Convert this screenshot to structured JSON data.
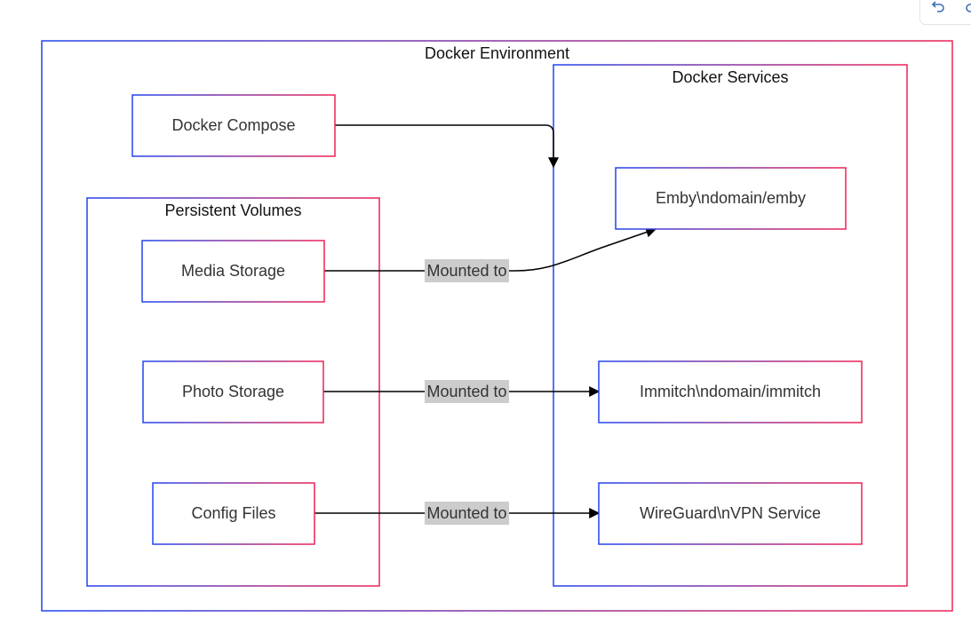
{
  "clusters": {
    "docker_environment": "Docker Environment",
    "docker_services": "Docker Services",
    "persistent_volumes": "Persistent Volumes"
  },
  "nodes": {
    "docker_compose": "Docker Compose",
    "media_storage": "Media Storage",
    "photo_storage": "Photo Storage",
    "config_files": "Config Files",
    "emby": "Emby\\ndomain/emby",
    "immitch": "Immitch\\ndomain/immitch",
    "wireguard": "WireGuard\\nVPN Service"
  },
  "edges": {
    "media_to_emby": "Mounted to",
    "photo_to_immitch": "Mounted to",
    "config_to_wireguard": "Mounted to"
  },
  "colors": {
    "gradient_start": "#2244ee",
    "gradient_end": "#ee2255",
    "edge_label_bg": "#cccccc"
  },
  "toolbar": {
    "icons": [
      "undo-icon",
      "redo-icon"
    ]
  }
}
